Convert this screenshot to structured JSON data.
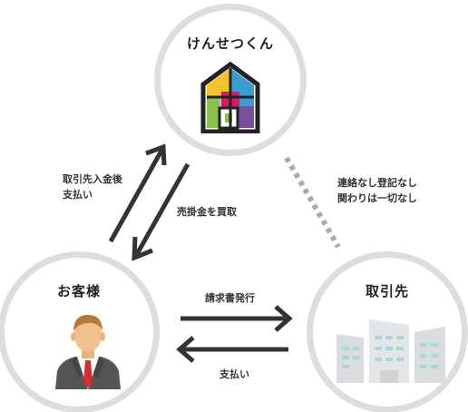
{
  "nodes": {
    "company": {
      "title": "けんせつくん"
    },
    "customer": {
      "title": "お客様"
    },
    "supplier": {
      "title": "取引先"
    }
  },
  "edges": {
    "company_to_supplier_payment": [
      "取引先入金後",
      "支払い"
    ],
    "receivables_purchase": "売掛金を買取",
    "no_contact": [
      "連絡なし登記なし",
      "関わりは一切なし"
    ],
    "invoice": "請求書発行",
    "customer_payment": "支払い"
  },
  "icons": {
    "company": "colorful-house-logo",
    "customer": "businessman-avatar",
    "supplier": "office-buildings"
  },
  "colors": {
    "circle_border": "#dddddd",
    "arrow": "#333333",
    "dotted_line": "#aaaaaa"
  }
}
